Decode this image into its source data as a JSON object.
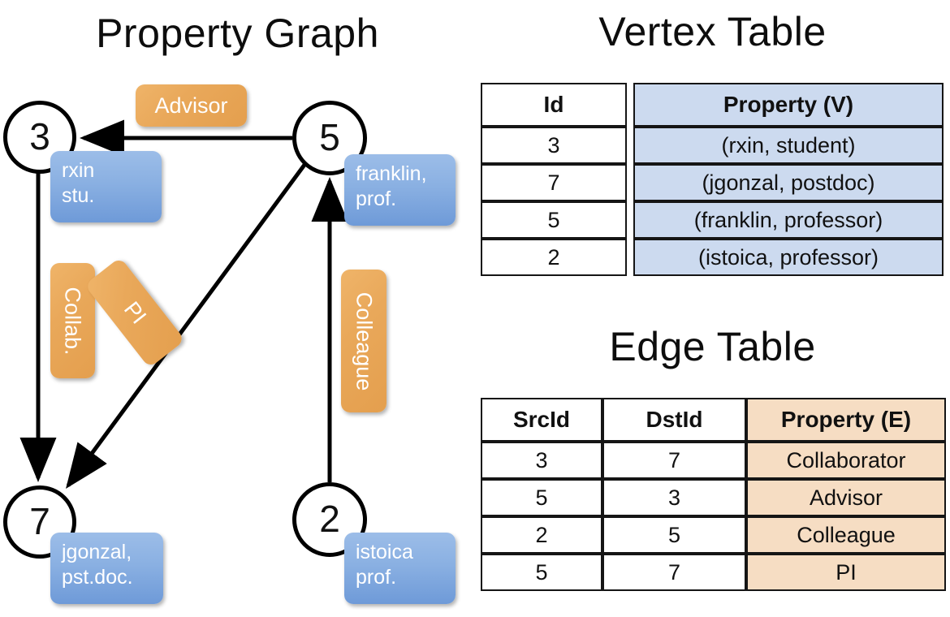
{
  "titles": {
    "property_graph": "Property Graph",
    "vertex_table": "Vertex Table",
    "edge_table": "Edge Table"
  },
  "colors": {
    "vertex_property_fill": "#ccdaef",
    "edge_property_fill": "#f6ddc3",
    "vertex_callout": "#8ab0e2",
    "edge_label": "#e9a85a",
    "stroke": "#000000"
  },
  "graph": {
    "vertices": [
      {
        "id": "3",
        "property_line1": "rxin",
        "property_line2": "stu."
      },
      {
        "id": "5",
        "property_line1": "franklin,",
        "property_line2": "prof."
      },
      {
        "id": "7",
        "property_line1": "jgonzal,",
        "property_line2": "pst.doc."
      },
      {
        "id": "2",
        "property_line1": "istoica",
        "property_line2": "prof."
      }
    ],
    "edge_labels": [
      {
        "key": "advisor",
        "text": "Advisor"
      },
      {
        "key": "collab",
        "text": "Collab."
      },
      {
        "key": "pi",
        "text": "PI"
      },
      {
        "key": "colleague",
        "text": "Colleague"
      }
    ],
    "edges": [
      {
        "from": "5",
        "to": "3",
        "label": "Advisor"
      },
      {
        "from": "3",
        "to": "7",
        "label": "Collab."
      },
      {
        "from": "5",
        "to": "7",
        "label": "PI"
      },
      {
        "from": "2",
        "to": "5",
        "label": "Colleague"
      }
    ]
  },
  "vertex_table": {
    "headers": [
      "Id",
      "Property (V)"
    ],
    "rows": [
      {
        "id": "3",
        "property": "(rxin, student)"
      },
      {
        "id": "7",
        "property": "(jgonzal, postdoc)"
      },
      {
        "id": "5",
        "property": "(franklin, professor)"
      },
      {
        "id": "2",
        "property": "(istoica, professor)"
      }
    ]
  },
  "edge_table": {
    "headers": [
      "SrcId",
      "DstId",
      "Property (E)"
    ],
    "rows": [
      {
        "src": "3",
        "dst": "7",
        "property": "Collaborator"
      },
      {
        "src": "5",
        "dst": "3",
        "property": "Advisor"
      },
      {
        "src": "2",
        "dst": "5",
        "property": "Colleague"
      },
      {
        "src": "5",
        "dst": "7",
        "property": "PI"
      }
    ]
  }
}
